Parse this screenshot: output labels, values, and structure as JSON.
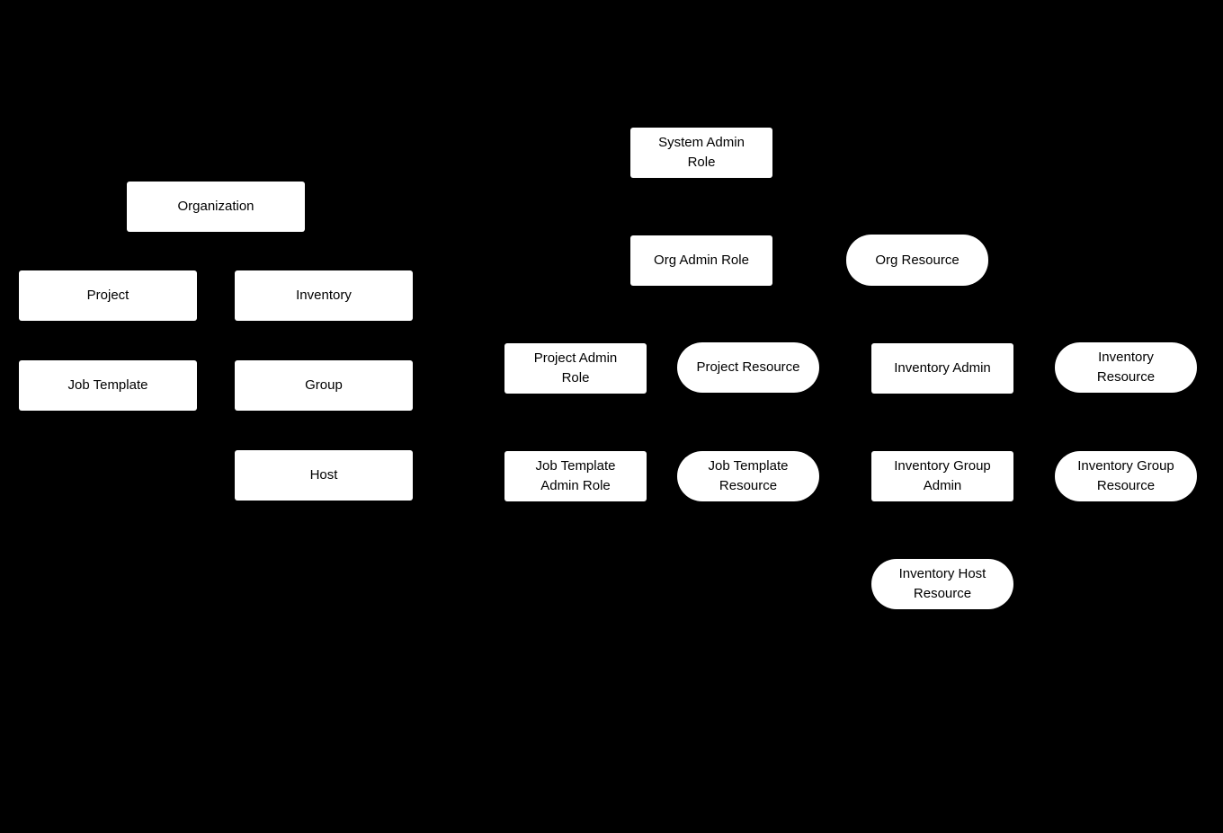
{
  "diagram": {
    "title": "RBAC roles and resources hierarchy",
    "background_color": "#000000",
    "node_fill_color": "#ffffff",
    "node_text_color": "#000000",
    "shapes_legend": {
      "rect": "entity / role box",
      "pill": "resource (rounded stadium shape)"
    },
    "nodes": [
      {
        "id": "organization",
        "label": "Organization",
        "shape": "rect"
      },
      {
        "id": "project",
        "label": "Project",
        "shape": "rect"
      },
      {
        "id": "inventory",
        "label": "Inventory",
        "shape": "rect"
      },
      {
        "id": "job-template",
        "label": "Job Template",
        "shape": "rect"
      },
      {
        "id": "group",
        "label": "Group",
        "shape": "rect"
      },
      {
        "id": "host",
        "label": "Host",
        "shape": "rect"
      },
      {
        "id": "system-admin-role",
        "label": "System Admin\nRole",
        "shape": "rect"
      },
      {
        "id": "org-admin-role",
        "label": "Org Admin Role",
        "shape": "rect"
      },
      {
        "id": "org-resource",
        "label": "Org Resource",
        "shape": "pill"
      },
      {
        "id": "project-admin-role",
        "label": "Project Admin\nRole",
        "shape": "rect"
      },
      {
        "id": "project-resource",
        "label": "Project Resource",
        "shape": "pill"
      },
      {
        "id": "inventory-admin",
        "label": "Inventory Admin",
        "shape": "rect"
      },
      {
        "id": "inventory-resource",
        "label": "Inventory\nResource",
        "shape": "pill"
      },
      {
        "id": "job-template-admin-role",
        "label": "Job Template\nAdmin Role",
        "shape": "rect"
      },
      {
        "id": "job-template-resource",
        "label": "Job Template\nResource",
        "shape": "pill"
      },
      {
        "id": "inventory-group-admin",
        "label": "Inventory Group\nAdmin",
        "shape": "rect"
      },
      {
        "id": "inventory-group-resource",
        "label": "Inventory Group\nResource",
        "shape": "pill"
      },
      {
        "id": "inventory-host-resource",
        "label": "Inventory Host\nResource",
        "shape": "pill"
      }
    ]
  }
}
